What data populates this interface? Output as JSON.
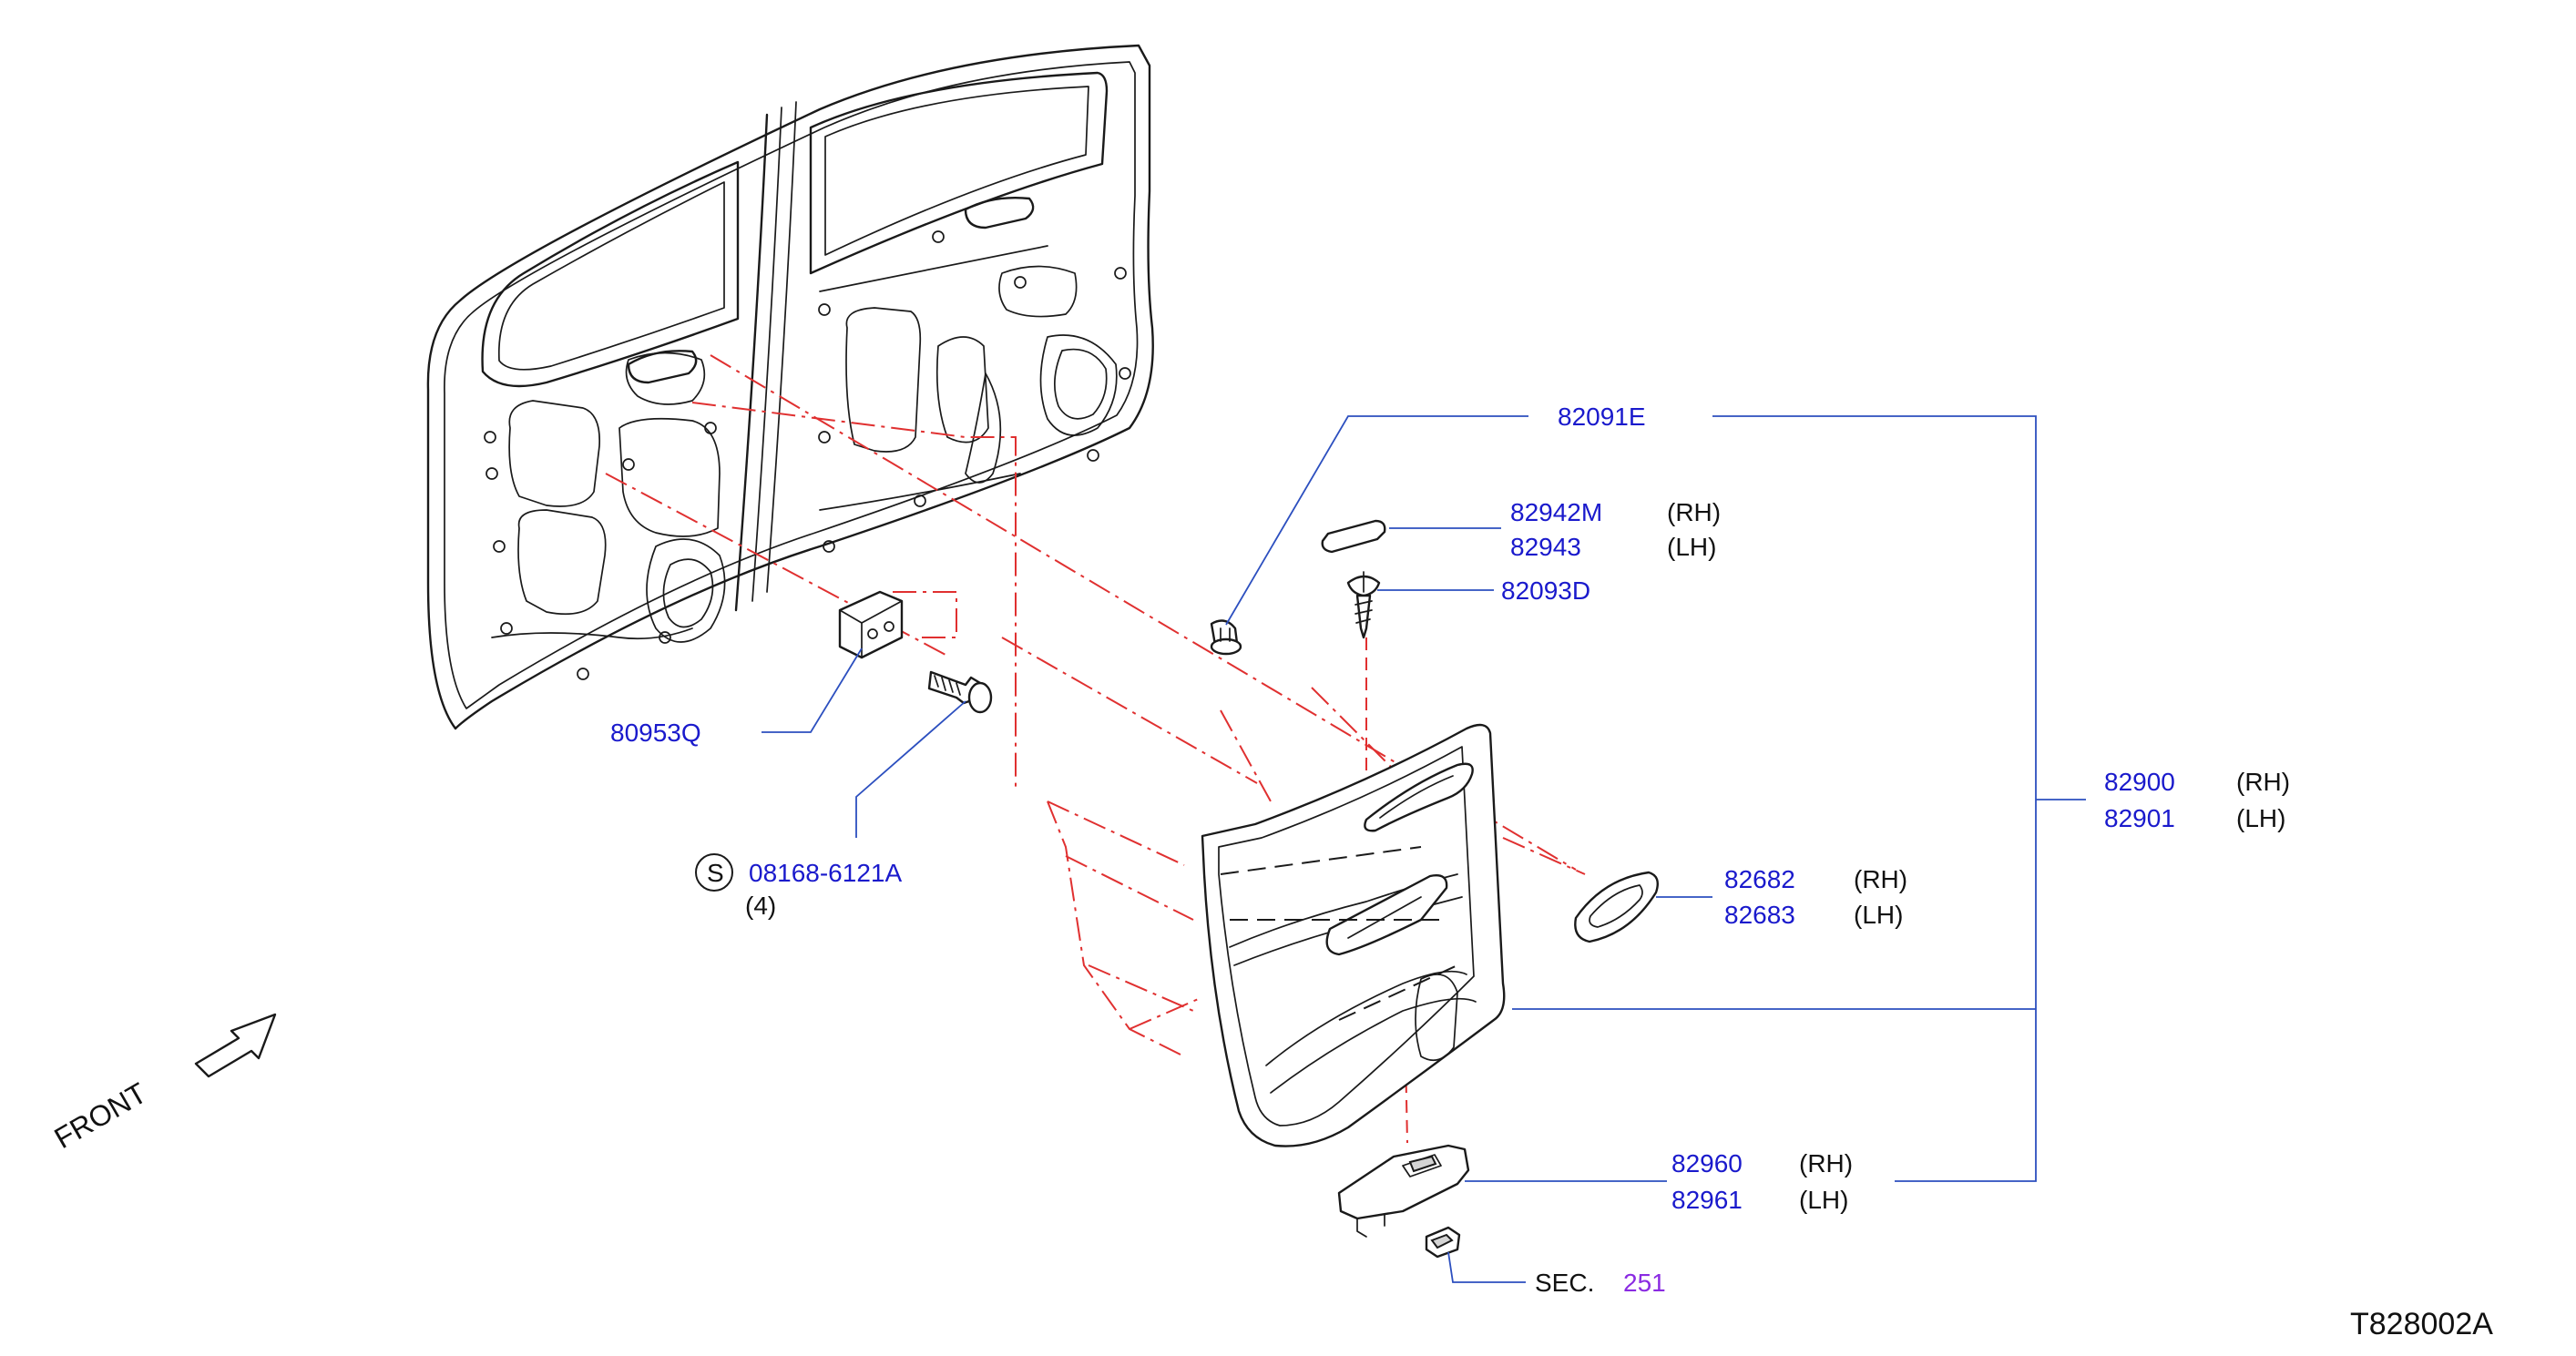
{
  "diagram": {
    "ref_code": "T828002A",
    "front_label": "FRONT",
    "screw_symbol": "S",
    "callouts": [
      {
        "id": "82091E",
        "part": "82091E",
        "side": ""
      },
      {
        "id": "82942M",
        "part": "82942M",
        "side": "(RH)"
      },
      {
        "id": "82943",
        "part": "82943",
        "side": "(LH)"
      },
      {
        "id": "82093D",
        "part": "82093D",
        "side": ""
      },
      {
        "id": "80953Q",
        "part": "80953Q",
        "side": ""
      },
      {
        "id": "08168",
        "part": "08168-6121A",
        "side": "(4)"
      },
      {
        "id": "82900",
        "part": "82900",
        "side": "(RH)"
      },
      {
        "id": "82901",
        "part": "82901",
        "side": "(LH)"
      },
      {
        "id": "82682",
        "part": "82682",
        "side": "(RH)"
      },
      {
        "id": "82683",
        "part": "82683",
        "side": "(LH)"
      },
      {
        "id": "82960",
        "part": "82960",
        "side": "(RH)"
      },
      {
        "id": "82961",
        "part": "82961",
        "side": "(LH)"
      }
    ],
    "section_ref": {
      "prefix": "SEC.",
      "number": "251"
    },
    "colors": {
      "part_number": "#1a1acc",
      "leader": "#2c4fbf",
      "projection": "#e03030",
      "section": "#8a2be2",
      "ink": "#1a1a1a"
    }
  }
}
